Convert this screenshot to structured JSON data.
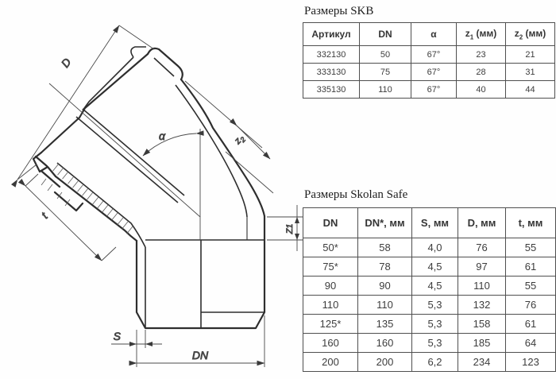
{
  "skb": {
    "title": "Размеры SKB",
    "headers": [
      "Артикул",
      "DN",
      "α"
    ],
    "z_headers": [
      {
        "base": "z",
        "sub": "1",
        "unit": "(мм)"
      },
      {
        "base": "z",
        "sub": "2",
        "unit": "(мм)"
      }
    ],
    "rows": [
      [
        "332130",
        "50",
        "67°",
        "23",
        "21"
      ],
      [
        "333130",
        "75",
        "67°",
        "28",
        "31"
      ],
      [
        "335130",
        "110",
        "67°",
        "40",
        "44"
      ]
    ]
  },
  "skolan": {
    "title": "Размеры Skolan Safe",
    "headers": [
      "DN",
      "DN*, мм",
      "S, мм",
      "D, мм",
      "t, мм"
    ],
    "rows": [
      [
        "50*",
        "58",
        "4,0",
        "76",
        "55"
      ],
      [
        "75*",
        "78",
        "4,5",
        "97",
        "61"
      ],
      [
        "90",
        "90",
        "4,5",
        "110",
        "55"
      ],
      [
        "110",
        "110",
        "5,3",
        "132",
        "76"
      ],
      [
        "125*",
        "135",
        "5,3",
        "158",
        "61"
      ],
      [
        "160",
        "160",
        "5,3",
        "185",
        "64"
      ],
      [
        "200",
        "200",
        "6,2",
        "234",
        "123"
      ]
    ]
  },
  "drawing": {
    "description": "Sectioned technical drawing of a 67-degree pipe elbow with socket",
    "labels": {
      "d": "D",
      "alpha": "α",
      "z2_base": "z",
      "z2_sub": "2",
      "z1": "Z1",
      "t": "t",
      "s": "S",
      "dn": "DN"
    }
  },
  "colors": {
    "outline": "#2e2e2e",
    "dim_line": "#4a4a4a",
    "table_border": "#4f4f4f",
    "table_text": "#3d3d3d",
    "title_text": "#1d1d1d",
    "background": "#fefefe"
  }
}
